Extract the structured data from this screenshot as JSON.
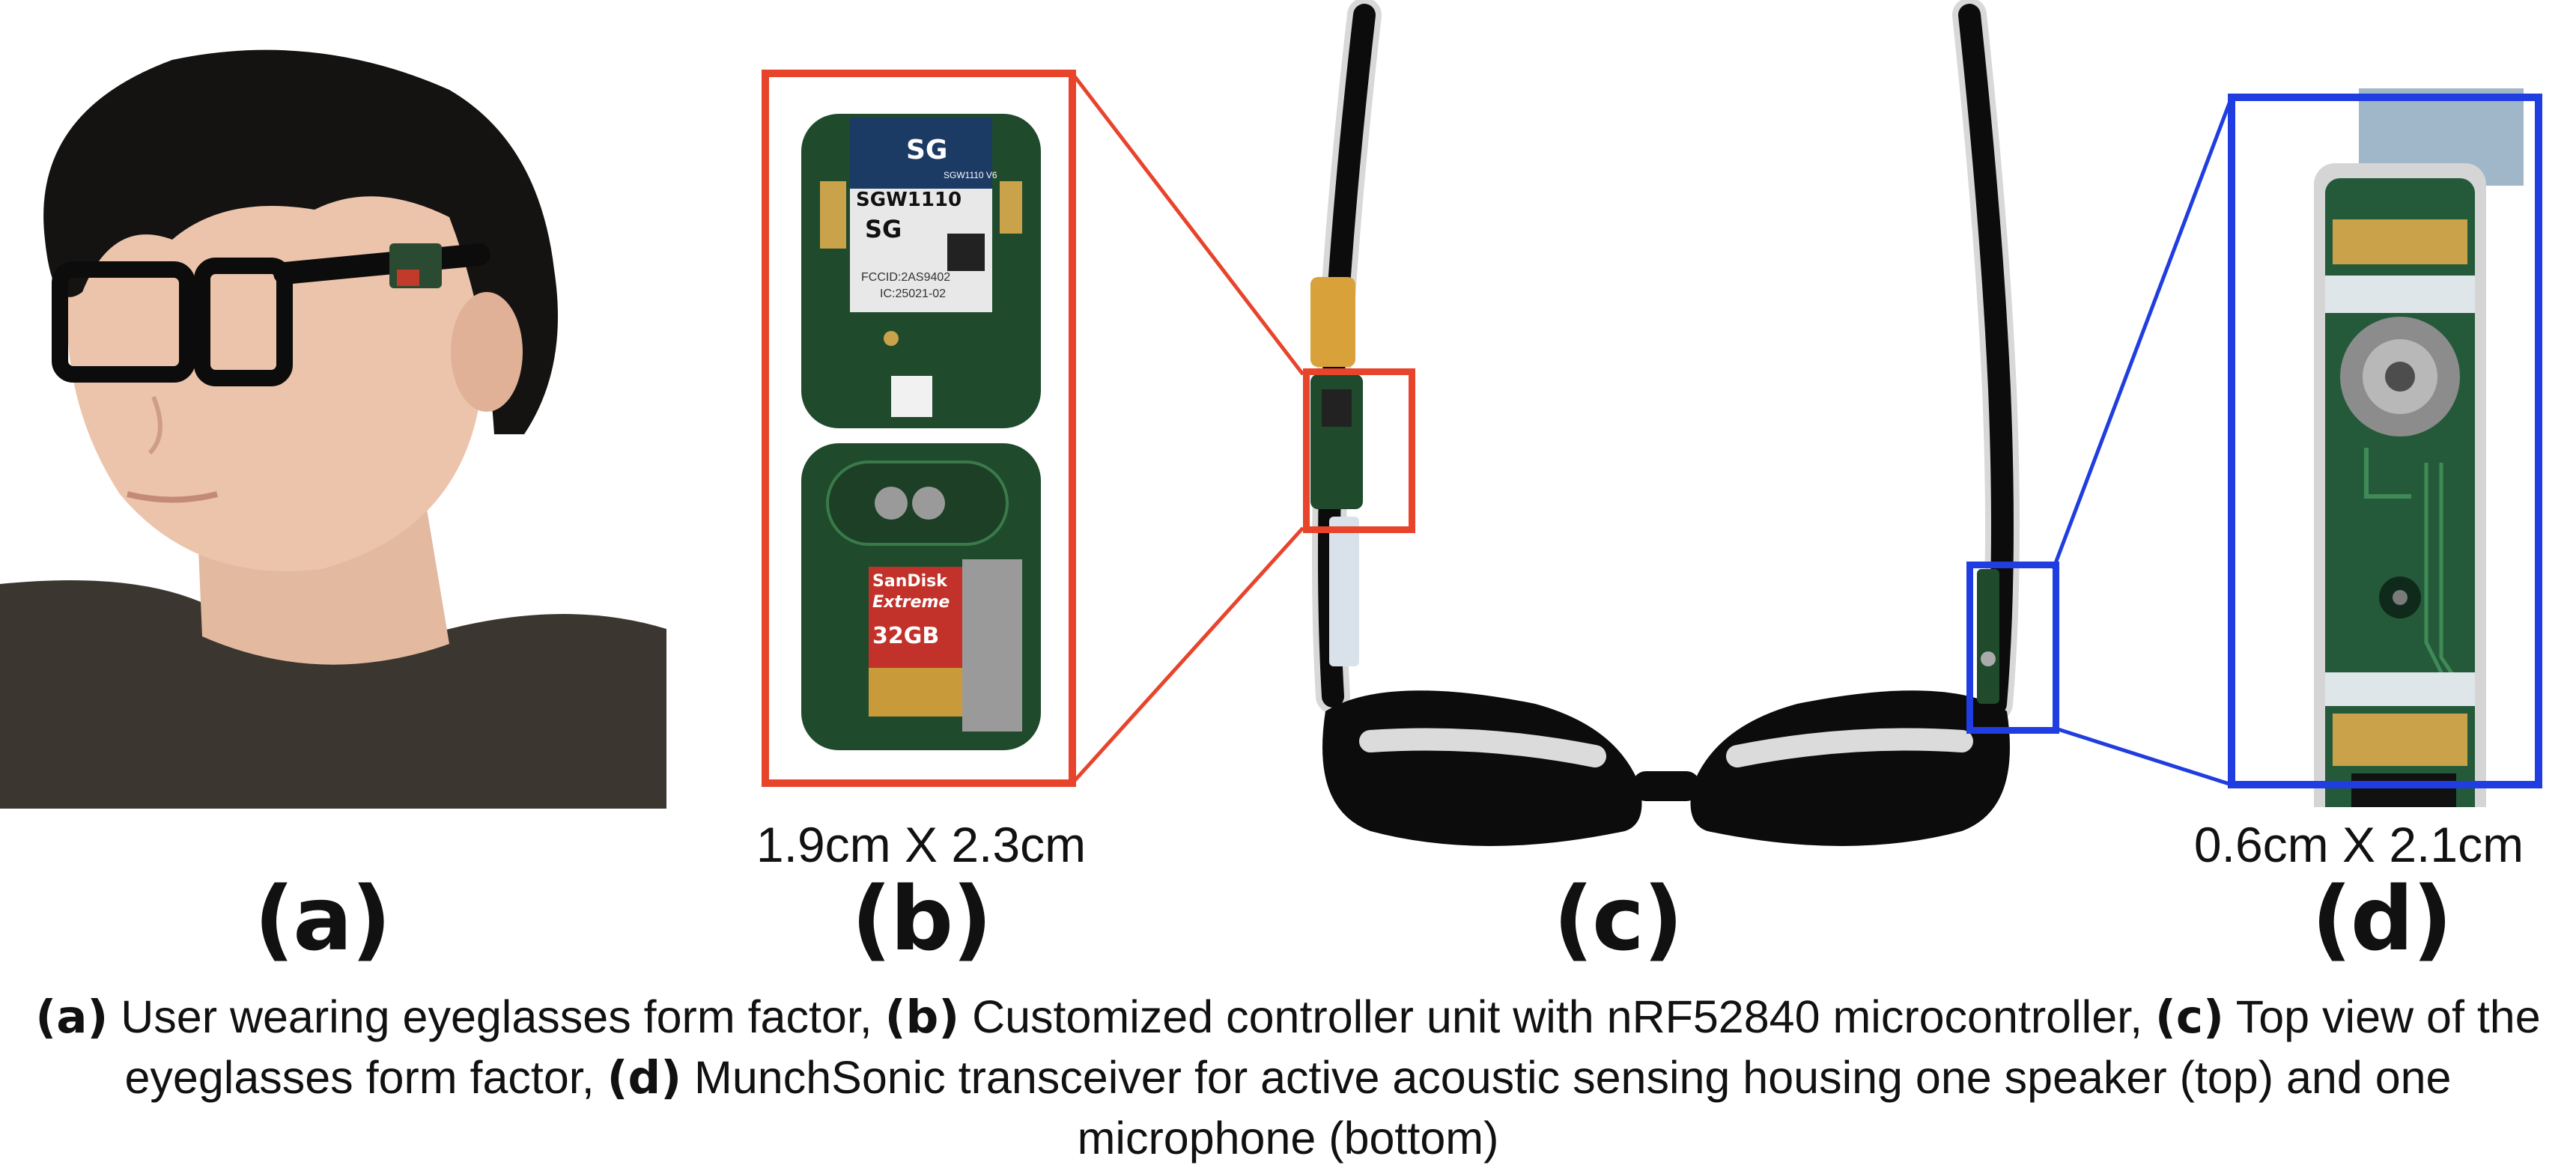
{
  "figure": {
    "panels": [
      {
        "id": "a",
        "label": "(a)"
      },
      {
        "id": "b",
        "label": "(b)",
        "dimension": "1.9cm X 2.3cm"
      },
      {
        "id": "c",
        "label": "(c)"
      },
      {
        "id": "d",
        "label": "(d)",
        "dimension": "0.6cm X 2.1cm"
      }
    ],
    "pcb_text": {
      "module": "SGW1110",
      "brand": "SG",
      "version": "SGW1110 V6",
      "fcc": "FCCID:2AS9402",
      "ic": "IC:25021-02",
      "sd_brand": "SanDisk",
      "sd_line": "Extreme",
      "sd_size": "32GB"
    },
    "caption": {
      "a_tag": "(a)",
      "a_text": " User wearing eyeglasses form factor, ",
      "b_tag": "(b)",
      "b_text": " Customized controller unit with nRF52840 microcontroller, ",
      "c_tag": "(c)",
      "c_text": " Top view of the eyeglasses form factor, ",
      "d_tag": "(d)",
      "d_text": " MunchSonic transceiver for active acoustic sensing housing one speaker (top) and one microphone (bottom)"
    },
    "colors": {
      "callout_b": "#e8442c",
      "callout_d": "#1f3de0",
      "pcb_green": "#1f4a2c",
      "frame_black": "#0c0c0c"
    }
  }
}
